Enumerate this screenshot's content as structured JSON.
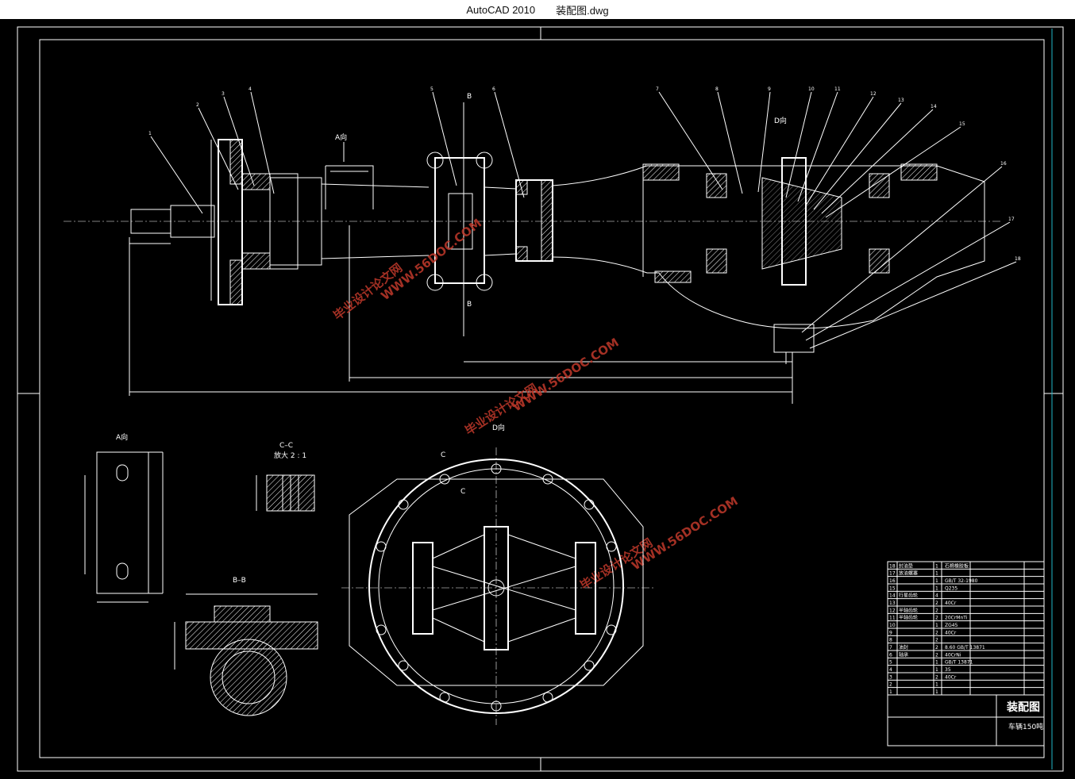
{
  "window": {
    "app": "AutoCAD 2010",
    "file": "装配图.dwg"
  },
  "views": {
    "view_a": "A向",
    "view_d": "D向",
    "section_bb": "B–B",
    "section_cc": "C–C",
    "scale_cc": "放大 2 : 1",
    "mark_a": "A向",
    "mark_b1": "B",
    "mark_b2": "B",
    "mark_d": "D向",
    "mark_c1": "C",
    "mark_c2": "C"
  },
  "balloons": [
    "1",
    "2",
    "3",
    "4",
    "5",
    "6",
    "7",
    "8",
    "9",
    "10",
    "11",
    "12",
    "13",
    "14",
    "15",
    "16",
    "17",
    "18"
  ],
  "watermark": {
    "site": "WWW.56DOC.COM",
    "name": "毕业设计论文网"
  },
  "title_block": {
    "drawing_name": "装配图",
    "subtitle": "车辆150吨",
    "rows": [
      [
        "18",
        "封油垫",
        "1",
        "石棉橡胶板"
      ],
      [
        "17",
        "放油螺塞",
        "1",
        ""
      ],
      [
        "16",
        "",
        "1",
        "GB/T 32-1980"
      ],
      [
        "15",
        "",
        "1",
        "Q235"
      ],
      [
        "14",
        "行星齿轮",
        "4",
        ""
      ],
      [
        "13",
        "",
        "2",
        "40Cr"
      ],
      [
        "12",
        "半轴齿轮",
        "2",
        ""
      ],
      [
        "11",
        "半轴齿轮",
        "2",
        "20CrMnTi"
      ],
      [
        "10",
        "",
        "1",
        "ZG45"
      ],
      [
        "9",
        "",
        "2",
        "40Cr"
      ],
      [
        "8",
        "",
        "2",
        ""
      ],
      [
        "7",
        "油封",
        "2",
        "8.60 GB/T 13871"
      ],
      [
        "6",
        "轴承",
        "2",
        "40CrNi"
      ],
      [
        "5",
        "",
        "1",
        "GB/T 13871"
      ],
      [
        "4",
        "",
        "1",
        "35"
      ],
      [
        "3",
        "",
        "2",
        "40Cr"
      ],
      [
        "2",
        "",
        "1",
        ""
      ],
      [
        "1",
        "",
        "1",
        ""
      ]
    ]
  }
}
